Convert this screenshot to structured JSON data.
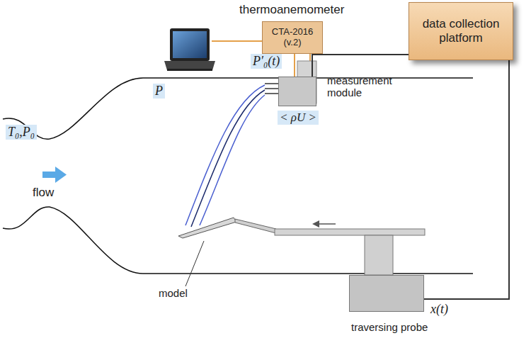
{
  "diagram": {
    "nodes": [
      {
        "text": [
          "CTA-2016 (v.2)"
        ]
      },
      {
        "text": [
          "data collection platform"
        ]
      },
      {
        "text": [
          "measurement module"
        ]
      },
      {
        "text": [
          "traversing probe"
        ]
      }
    ],
    "edges": [
      {
        "from": 0,
        "to": 2,
        "arrow": "none"
      },
      {
        "from": 1,
        "to": 2,
        "arrow": "none"
      },
      {
        "from": 1,
        "to": 3,
        "arrow": "none",
        "label": "x(t)"
      }
    ],
    "labels": [
      "thermoanemometer",
      "T₀,P₀",
      "P",
      "P′₀(t)",
      "< ρU >",
      "flow",
      "model"
    ]
  }
}
